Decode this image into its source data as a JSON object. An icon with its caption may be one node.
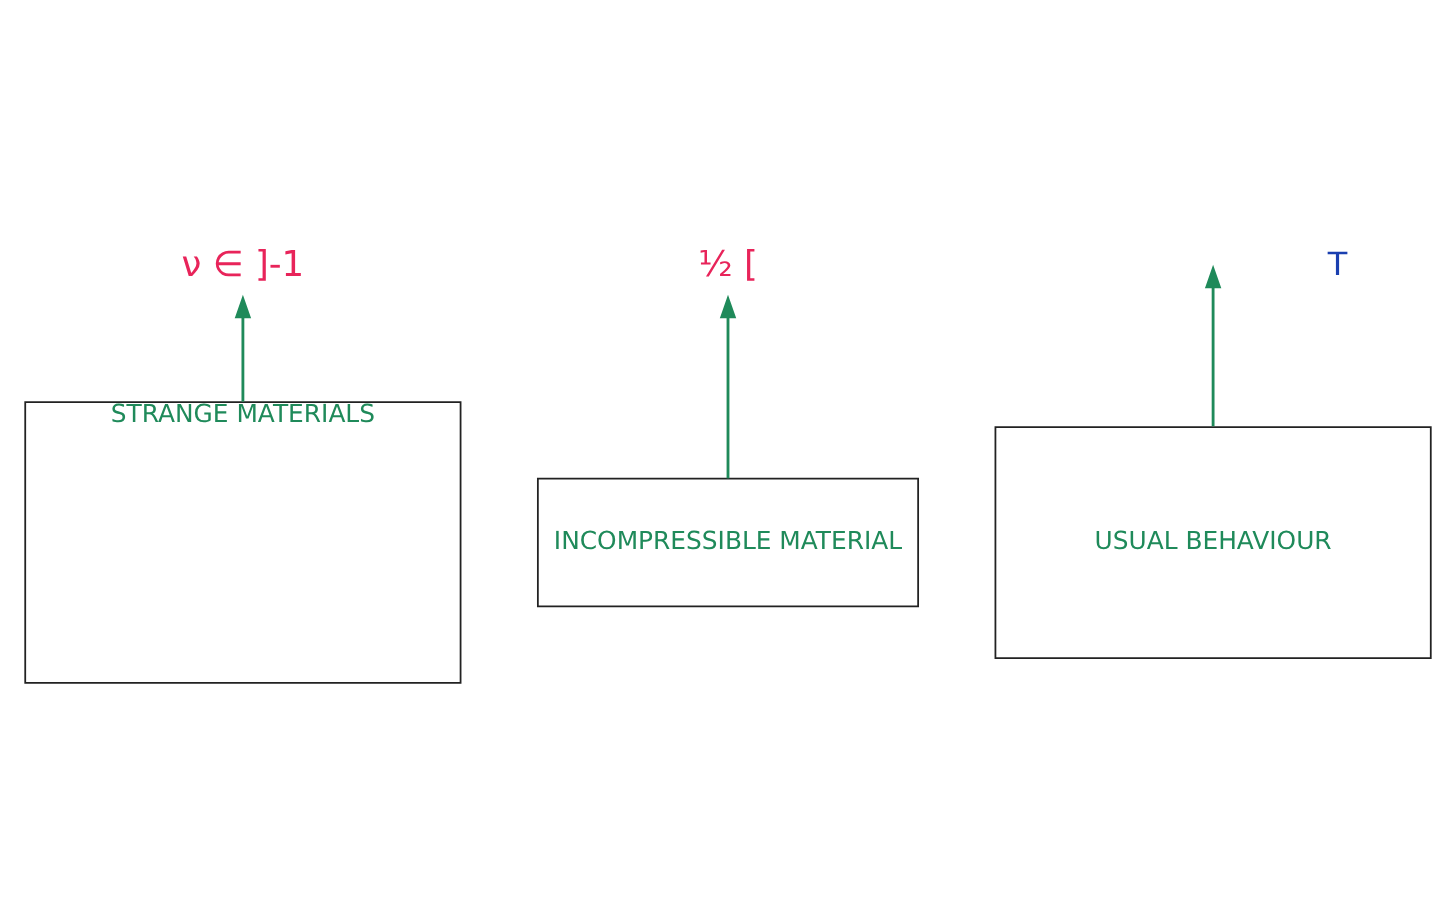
{
  "diagram": {
    "nodes": [
      {
        "text": [
          "ν ∈ ]-1"
        ]
      },
      {
        "text": [
          "½ ["
        ]
      },
      {
        "text": [
          "INCOMPRESSIBLE MATERIAL"
        ]
      },
      {
        "text": [
          "STRANGE MATERIALS"
        ]
      },
      {
        "text": [
          "USUAL BEHAVIOUR"
        ]
      }
    ],
    "edges": [
      {
        "from": 2,
        "to": 1,
        "arrow": "to"
      },
      {
        "from": 3,
        "to": 0,
        "arrow": "to"
      },
      {
        "from": 4,
        "to": null,
        "arrow": "to"
      }
    ],
    "labels": [
      "T"
    ]
  }
}
